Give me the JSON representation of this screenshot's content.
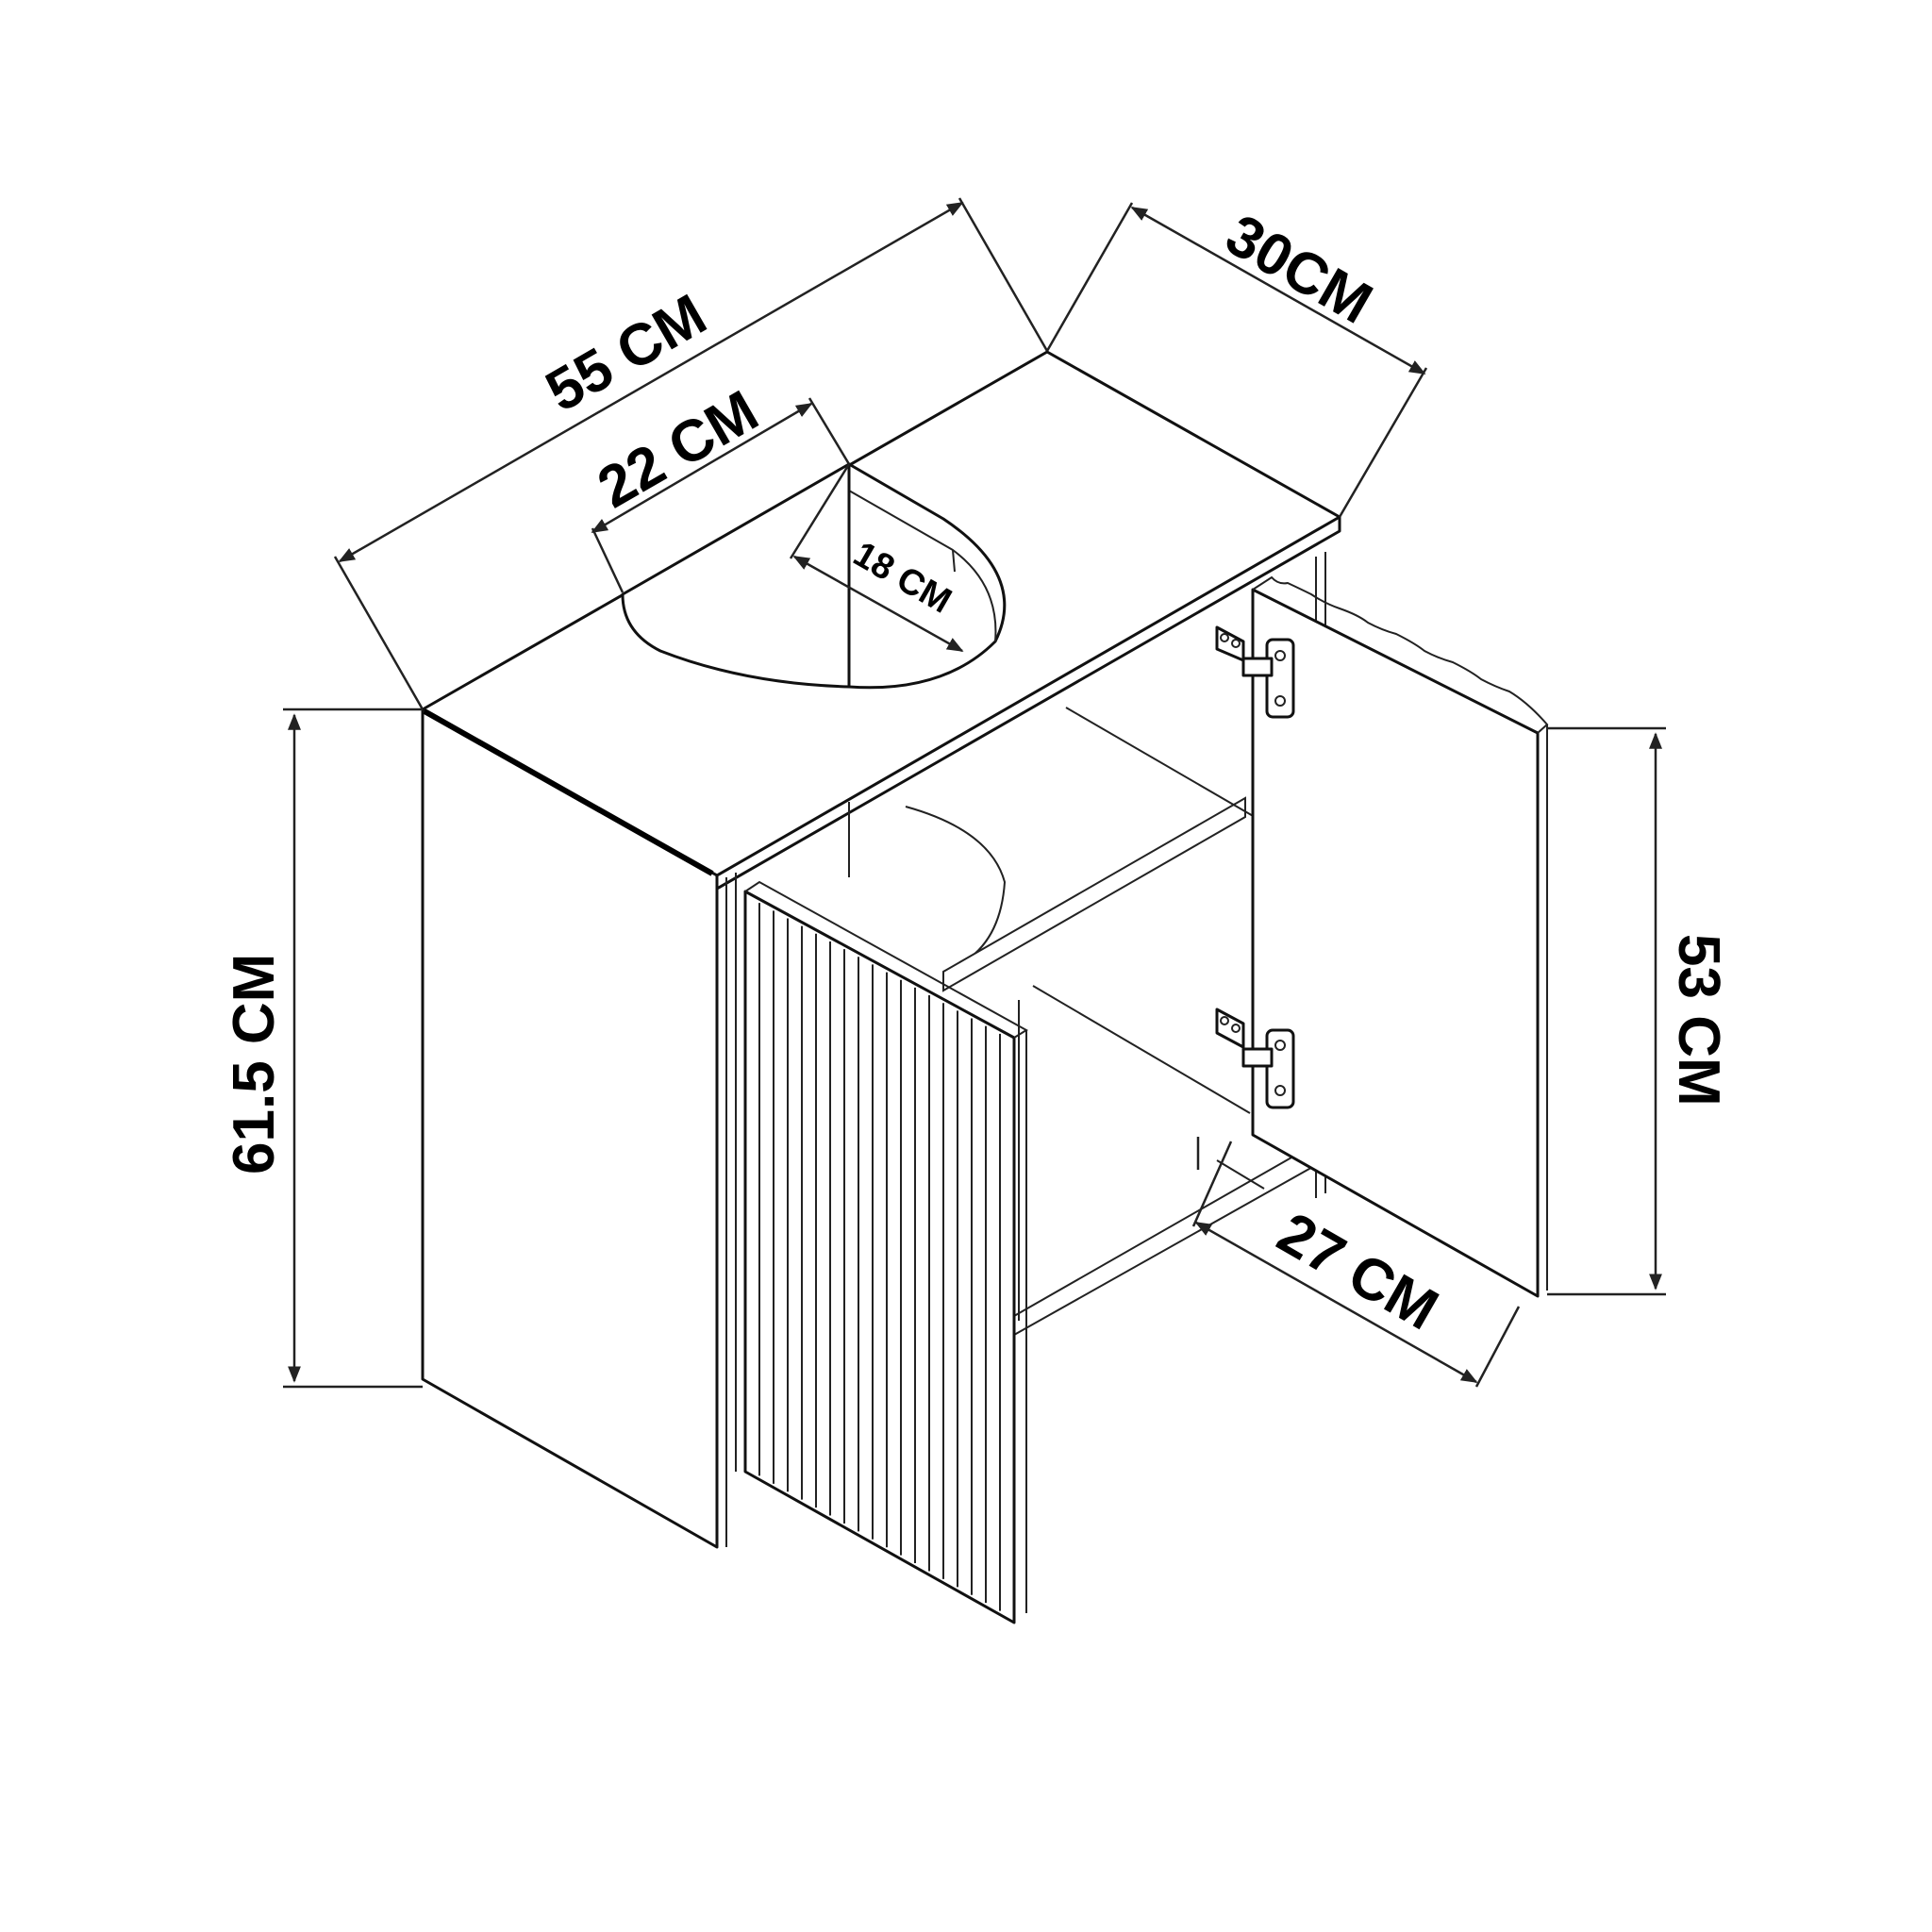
{
  "drawing": {
    "subject": "Fluted bathroom vanity cabinet with U-shaped cut-out, two doors (one open)",
    "line_color": "#111111",
    "background": "#ffffff",
    "dimensions": {
      "width": "55 CM",
      "depth": "30CM",
      "cutout_width": "22 CM",
      "cutout_depth": "18 CM",
      "height_total": "61.5 CM",
      "door_height": "53 CM",
      "inner_depth": "27 CM"
    }
  }
}
